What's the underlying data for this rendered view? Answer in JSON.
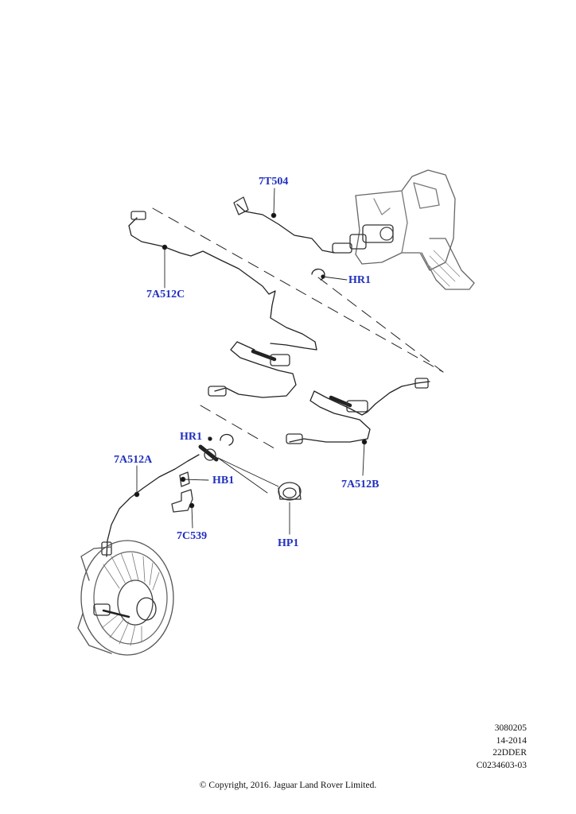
{
  "callouts": {
    "c_7t504": "7T504",
    "c_hr1_top": "HR1",
    "c_7a512c": "7A512C",
    "c_hr1_mid": "HR1",
    "c_7a512a": "7A512A",
    "c_hb1": "HB1",
    "c_7c539": "7C539",
    "c_hp1": "HP1",
    "c_7a512b": "7A512B"
  },
  "meta": {
    "line1": "3080205",
    "line2": "14-2014",
    "line3": "22DDER",
    "line4": "C0234603-03"
  },
  "copyright": "© Copyright, 2016. Jaguar Land Rover Limited.",
  "colors": {
    "callout": "#1f2fbf",
    "line": "#222222"
  }
}
